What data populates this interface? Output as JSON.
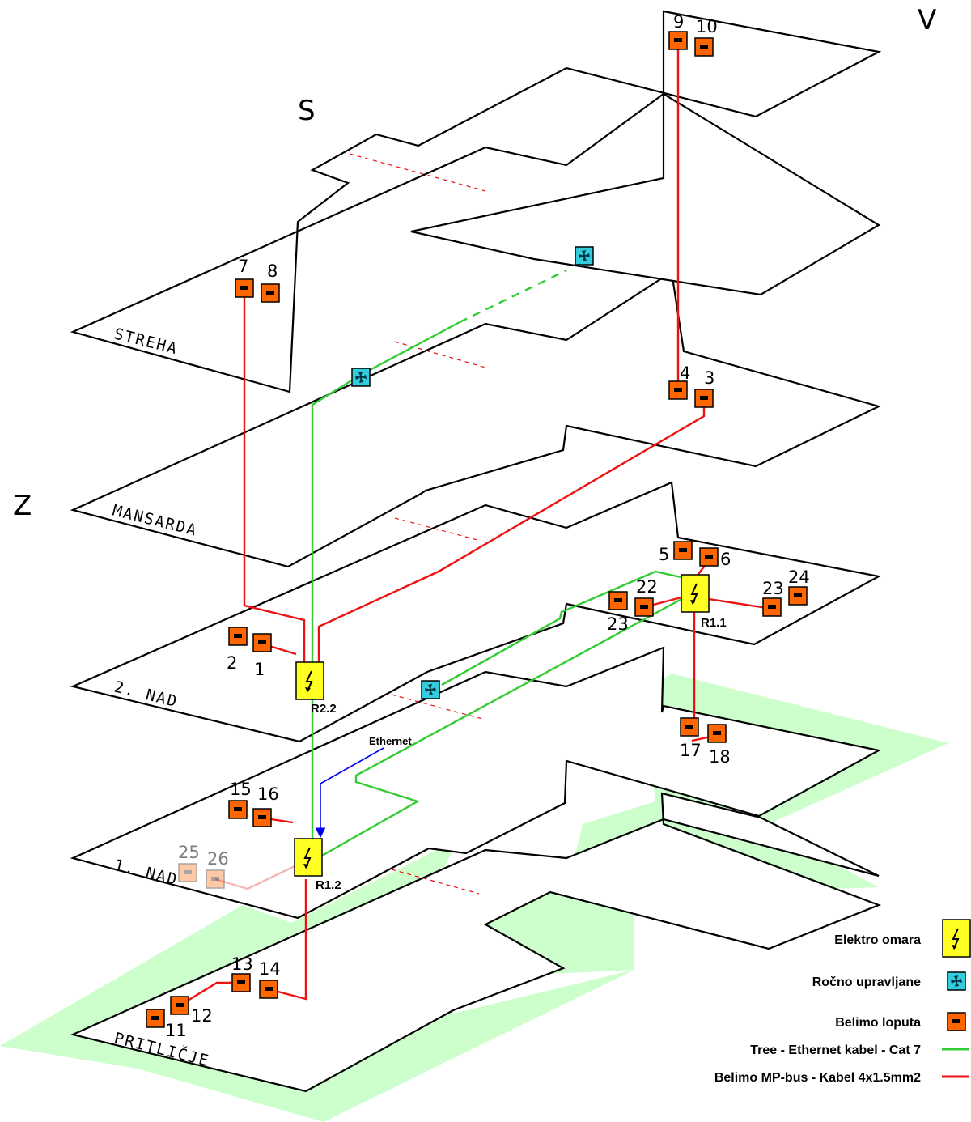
{
  "colors": {
    "floor_outline": "#000000",
    "ground_halo": "#ccffcc",
    "belimo_bus": "#ee1111",
    "ethernet_tree": "#33cc33",
    "ethernet_arrow": "#0000ee",
    "damper_fill": "#ff6600",
    "fan_fill": "#33ccdd",
    "cabinet_fill": "#ffff22"
  },
  "compass": {
    "north": "S",
    "east": "V",
    "west": "Z"
  },
  "floors": [
    {
      "id": "streha",
      "label": "STREHA"
    },
    {
      "id": "mansarda",
      "label": "MANSARDA"
    },
    {
      "id": "nad2",
      "label": "2. NAD"
    },
    {
      "id": "nad1",
      "label": "1. NAD"
    },
    {
      "id": "pritlicje",
      "label": "PRITLIČJE"
    }
  ],
  "cabinets": [
    {
      "id": "r22",
      "label": "R2.2",
      "icon": "lightning-icon"
    },
    {
      "id": "r12",
      "label": "R1.2",
      "icon": "lightning-icon"
    },
    {
      "id": "r11",
      "label": "R1.1",
      "icon": "lightning-icon"
    }
  ],
  "dampers": [
    {
      "n": "9",
      "faded": false
    },
    {
      "n": "10",
      "faded": false
    },
    {
      "n": "7",
      "faded": false
    },
    {
      "n": "8",
      "faded": false
    },
    {
      "n": "4",
      "faded": false
    },
    {
      "n": "3",
      "faded": false
    },
    {
      "n": "2",
      "faded": false
    },
    {
      "n": "1",
      "faded": false
    },
    {
      "n": "5",
      "faded": false
    },
    {
      "n": "6",
      "faded": false
    },
    {
      "n": "23",
      "faded": false
    },
    {
      "n": "22",
      "faded": false
    },
    {
      "n": "23",
      "faded": false
    },
    {
      "n": "24",
      "faded": false
    },
    {
      "n": "17",
      "faded": false
    },
    {
      "n": "18",
      "faded": false
    },
    {
      "n": "15",
      "faded": false
    },
    {
      "n": "16",
      "faded": false
    },
    {
      "n": "25",
      "faded": true
    },
    {
      "n": "26",
      "faded": true
    },
    {
      "n": "13",
      "faded": false
    },
    {
      "n": "14",
      "faded": false
    },
    {
      "n": "11",
      "faded": false
    },
    {
      "n": "12",
      "faded": false
    }
  ],
  "fans": [
    {
      "id": "fan-streha",
      "icon": "fan-icon"
    },
    {
      "id": "fan-mansarda",
      "icon": "fan-icon"
    },
    {
      "id": "fan-nad2",
      "icon": "fan-icon"
    }
  ],
  "ethernet_annotation": "Ethernet",
  "legend": [
    {
      "key": "cabinet",
      "label": "Elektro omara",
      "icon": "lightning-icon"
    },
    {
      "key": "fan",
      "label": "Ročno upravljane",
      "icon": "fan-icon"
    },
    {
      "key": "damper",
      "label": "Belimo loputa",
      "icon": "damper-icon"
    },
    {
      "key": "ethernet",
      "label": "Tree - Ethernet kabel - Cat 7",
      "icon": "green-line-icon"
    },
    {
      "key": "mpbus",
      "label": "Belimo MP-bus - Kabel 4x1.5mm2",
      "icon": "red-line-icon"
    }
  ]
}
